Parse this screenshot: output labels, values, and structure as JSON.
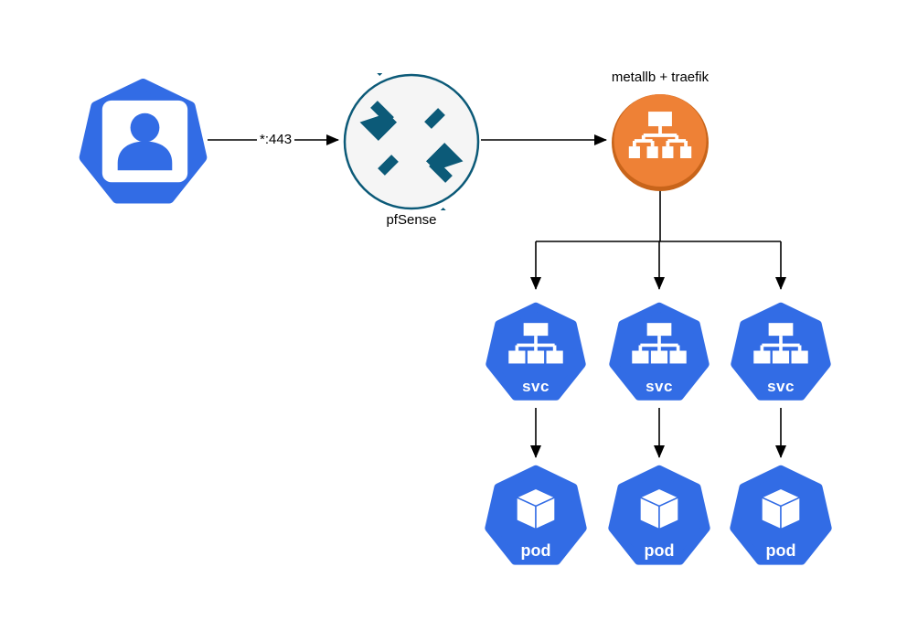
{
  "diagram": {
    "edge_label": "*:443",
    "pfsense": {
      "label": "pfSense"
    },
    "loadbalancer": {
      "label": "metallb + traefik"
    },
    "services": [
      {
        "label": "svc"
      },
      {
        "label": "svc"
      },
      {
        "label": "svc"
      }
    ],
    "pods": [
      {
        "label": "pod"
      },
      {
        "label": "pod"
      },
      {
        "label": "pod"
      }
    ],
    "colors": {
      "kubernetes_blue": "#326CE5",
      "orange": "#EE8136",
      "orange_shadow": "#C8641A",
      "router_teal": "#0C5A78",
      "router_fill": "#F5F5F5",
      "line": "#000000",
      "canvas": "#FFFFFF"
    }
  }
}
